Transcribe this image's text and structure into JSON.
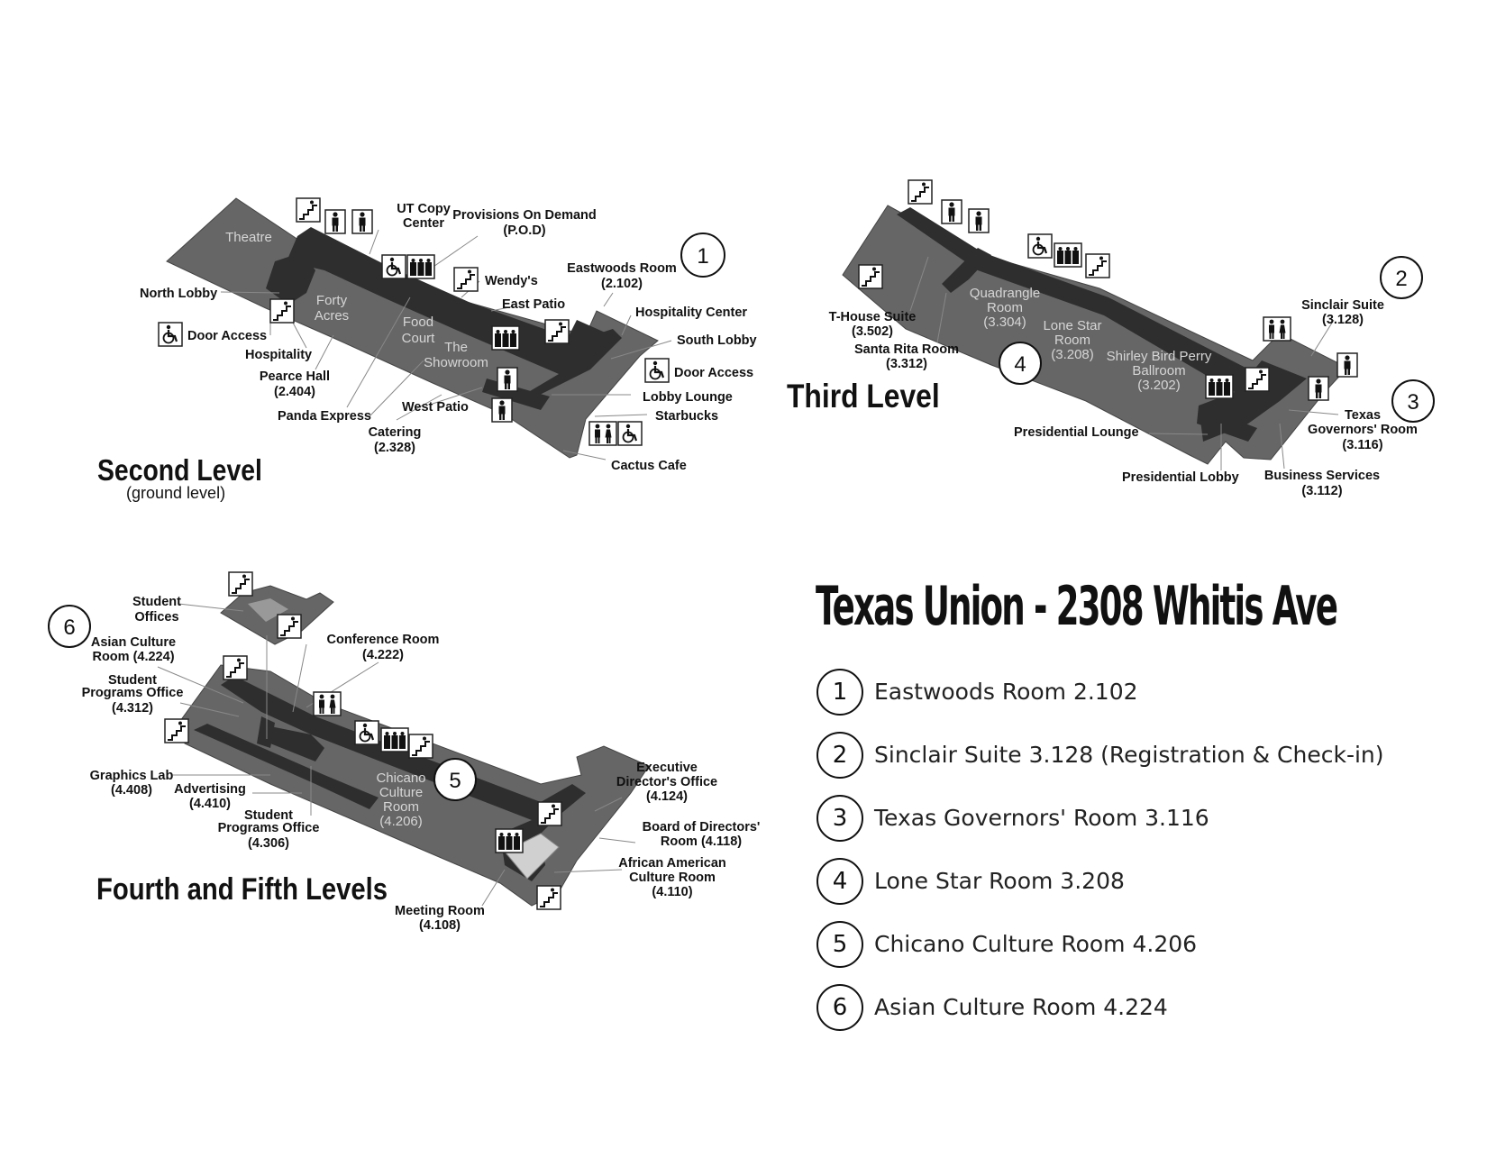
{
  "page_title": "Texas Union - 2308 Whitis Ave",
  "legend": [
    {
      "n": "1",
      "text": "Eastwoods Room 2.102"
    },
    {
      "n": "2",
      "text": "Sinclair Suite 3.128 (Registration & Check-in)"
    },
    {
      "n": "3",
      "text": "Texas Governors' Room 3.116"
    },
    {
      "n": "4",
      "text": "Lone Star Room 3.208"
    },
    {
      "n": "5",
      "text": "Chicano Culture Room 4.206"
    },
    {
      "n": "6",
      "text": "Asian Culture Room 4.224"
    }
  ],
  "second_level": {
    "title": "Second Level",
    "subtitle": "(ground level)",
    "badge": "1",
    "inside": {
      "theatre": "Theatre",
      "forty_1": "Forty",
      "forty_2": "Acres",
      "food_1": "Food",
      "food_2": "Court",
      "show_1": "The",
      "show_2": "Showroom"
    },
    "labels": {
      "north_lobby": "North Lobby",
      "door_access_w": "Door Access",
      "hospitality": "Hospitality",
      "pearce_1": "Pearce Hall",
      "pearce_2": "(2.404)",
      "panda": "Panda Express",
      "catering_1": "Catering",
      "catering_2": "(2.328)",
      "west_patio": "West Patio",
      "ut_copy_1": "UT Copy",
      "ut_copy_2": "Center",
      "pod_1": "Provisions On Demand",
      "pod_2": "(P.O.D)",
      "wendys": "Wendy's",
      "east_patio": "East Patio",
      "eastwoods_1": "Eastwoods Room",
      "eastwoods_2": "(2.102)",
      "hospitality_center": "Hospitality Center",
      "south_lobby": "South Lobby",
      "door_access_e": "Door Access",
      "lobby_lounge": "Lobby Lounge",
      "starbucks": "Starbucks",
      "cactus": "Cactus Cafe"
    }
  },
  "third_level": {
    "title": "Third Level",
    "badge_2": "2",
    "badge_3": "3",
    "badge_4": "4",
    "inside": {
      "quad_1": "Quadrangle",
      "quad_2": "Room",
      "quad_3": "(3.304)",
      "lone_1": "Lone Star",
      "lone_2": "Room",
      "lone_3": "(3.208)",
      "ball_1": "Shirley Bird Perry",
      "ball_2": "Ballroom",
      "ball_3": "(3.202)"
    },
    "labels": {
      "thouse_1": "T-House Suite",
      "thouse_2": "(3.502)",
      "santa_1": "Santa Rita Room",
      "santa_2": "(3.312)",
      "sinclair_1": "Sinclair Suite",
      "sinclair_2": "(3.128)",
      "texas_1": "Texas",
      "texas_2": "Governors' Room",
      "texas_3": "(3.116)",
      "pres_lounge": "Presidential Lounge",
      "pres_lobby": "Presidential Lobby",
      "business_1": "Business Services",
      "business_2": "(3.112)"
    }
  },
  "fourth_level": {
    "title": "Fourth and Fifth Levels",
    "badge_5": "5",
    "badge_6": "6",
    "inside": {
      "chicano_1": "Chicano",
      "chicano_2": "Culture",
      "chicano_3": "Room",
      "chicano_4": "(4.206)"
    },
    "labels": {
      "student_off_1": "Student",
      "student_off_2": "Offices",
      "asian_1": "Asian Culture",
      "asian_2": "Room (4.224)",
      "spo_1": "Student",
      "spo_2": "Programs Office",
      "spo_3": "(4.312)",
      "conf_1": "Conference Room",
      "conf_2": "(4.222)",
      "graphics_1": "Graphics Lab",
      "graphics_2": "(4.408)",
      "adv_1": "Advertising",
      "adv_2": "(4.410)",
      "spo2_1": "Student",
      "spo2_2": "Programs Office",
      "spo2_3": "(4.306)",
      "exec_1": "Executive",
      "exec_2": "Director's Office",
      "exec_3": "(4.124)",
      "board_1": "Board of Directors'",
      "board_2": "Room (4.118)",
      "aac_1": "African American",
      "aac_2": "Culture Room",
      "aac_3": "(4.110)",
      "meeting_1": "Meeting Room",
      "meeting_2": "(4.108)"
    }
  },
  "icons": {
    "stairs": "stairs-icon",
    "restroom": "restroom-icon",
    "elevator": "elevator-icon",
    "accessible": "wheelchair-icon"
  }
}
